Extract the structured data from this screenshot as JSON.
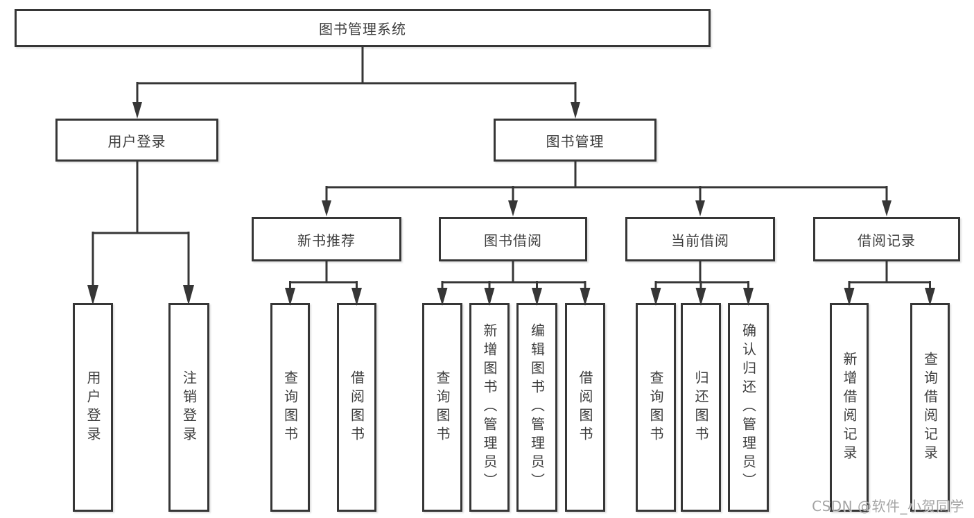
{
  "diagram": {
    "title": "图书管理系统",
    "level2": {
      "user_login": "用户登录",
      "book_mgmt": "图书管理"
    },
    "level3": {
      "new_books": "新书推荐",
      "borrowing": "图书借阅",
      "current": "当前借阅",
      "records": "借阅记录"
    },
    "leaves": {
      "user_login_1": "用户登录",
      "user_login_2": "注销登录",
      "new_books_1": "查询图书",
      "new_books_2": "借阅图书",
      "borrowing_1": "查询图书",
      "borrowing_2": "新增图书（管理员）",
      "borrowing_3": "编辑图书（管理员）",
      "borrowing_4": "借阅图书",
      "current_1": "查询图书",
      "current_2": "归还图书",
      "current_3": "确认归还（管理员）",
      "records_1": "新增借阅记录",
      "records_2": "查询借阅记录"
    },
    "watermark": "CSDN @软件_小贺同学",
    "colors": {
      "line": "#363636",
      "text": "#3d3d3d",
      "background": "#ffffff",
      "watermark": "#949494"
    }
  }
}
